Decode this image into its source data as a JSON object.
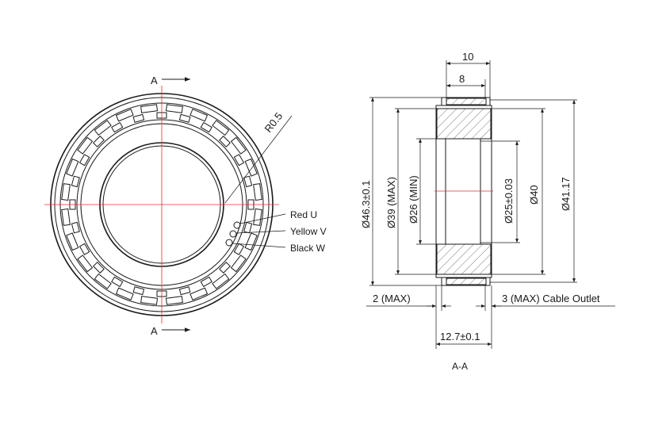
{
  "front_view": {
    "section_label_top": "A",
    "section_label_bottom": "A",
    "radius_callout": "R0.5",
    "wires": [
      "Red U",
      "Yellow V",
      "Black W"
    ]
  },
  "section_view": {
    "title": "A-A",
    "dims": {
      "width_outer": "10",
      "width_inner": "8",
      "dia_outer": "Ø46.3±0.1",
      "dia_39": "Ø39 (MAX)",
      "dia_26": "Ø26 (MIN)",
      "dia_25": "Ø25±0.03",
      "dia_40": "Ø40",
      "dia_4117": "Ø41.17",
      "lead_left": "2 (MAX)",
      "lead_right": "3 (MAX) Cable Outlet",
      "total_width": "12.7±0.1"
    }
  },
  "colors": {
    "line": "#1a1a1a",
    "centerline": "#e0303a"
  }
}
